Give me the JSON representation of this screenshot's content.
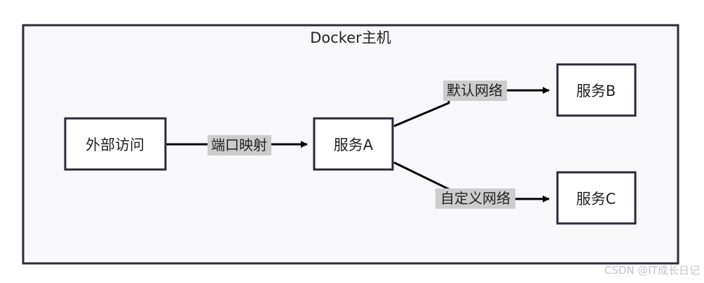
{
  "host": {
    "title": "Docker主机"
  },
  "nodes": {
    "external": "外部访问",
    "service_a": "服务A",
    "service_b": "服务B",
    "service_c": "服务C"
  },
  "edges": {
    "port_mapping": "端口映射",
    "default_network": "默认网络",
    "custom_network": "自定义网络"
  },
  "watermark": "CSDN @IT成长日记",
  "colors": {
    "host_background": "#f8f8fa",
    "border": "#2a2a3a",
    "label_background": "#cccccc"
  }
}
